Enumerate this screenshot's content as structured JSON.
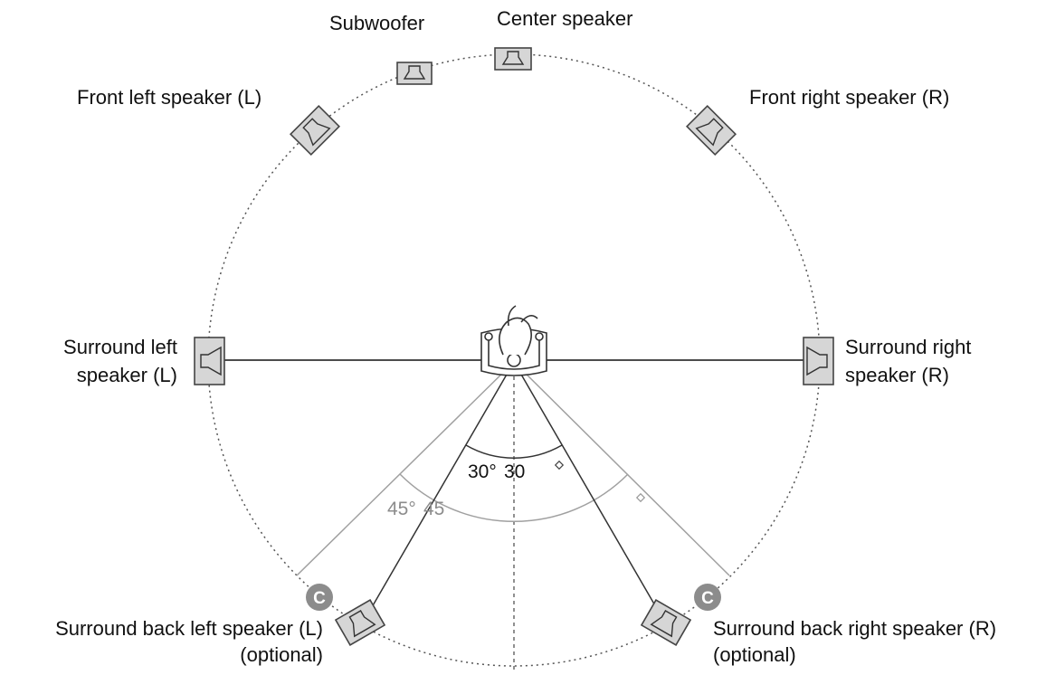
{
  "labels": {
    "subwoofer": "Subwoofer",
    "center": "Center speaker",
    "front_left": "Front left speaker (L)",
    "front_right": "Front right speaker (R)",
    "surround_left": [
      "Surround left",
      "speaker (L)"
    ],
    "surround_right": [
      "Surround right",
      "speaker (R)"
    ],
    "surround_back_left": [
      "Surround back left speaker (L)",
      "(optional)"
    ],
    "surround_back_right": [
      "Surround back right speaker (R)",
      "(optional)"
    ]
  },
  "angles": {
    "inner": [
      "30°",
      "30"
    ],
    "outer": [
      "45°",
      "45"
    ]
  },
  "badge": "C",
  "colors": {
    "line": "#333333",
    "light_line": "#9a9a9a",
    "speaker_fill": "#d6d6d6",
    "badge": "#8c8c8c",
    "outer_angle_text": "#8c8c8c"
  }
}
